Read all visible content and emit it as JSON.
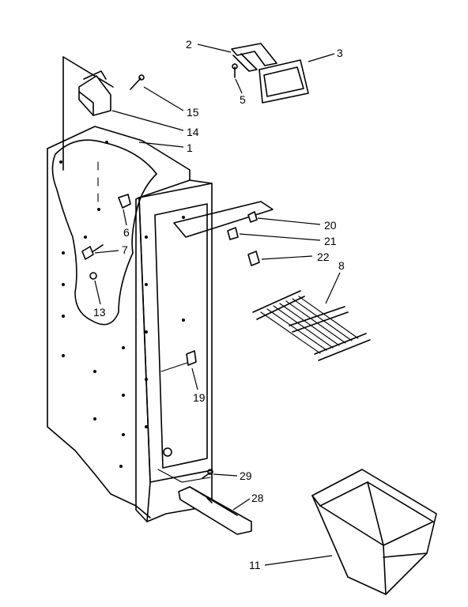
{
  "callouts": [
    {
      "id": "c2",
      "label": "2",
      "part": "upper-bracket"
    },
    {
      "id": "c3",
      "label": "3",
      "part": "light-shield"
    },
    {
      "id": "c5",
      "label": "5",
      "part": "bracket-screw"
    },
    {
      "id": "c15",
      "label": "15",
      "part": "hinge-screw"
    },
    {
      "id": "c14",
      "label": "14",
      "part": "hinge-bracket"
    },
    {
      "id": "c1",
      "label": "1",
      "part": "liner"
    },
    {
      "id": "c20",
      "label": "20",
      "part": "shelf-support-upper"
    },
    {
      "id": "c21",
      "label": "21",
      "part": "shelf-support-clip"
    },
    {
      "id": "c22",
      "label": "22",
      "part": "shelf-support-lower"
    },
    {
      "id": "c8",
      "label": "8",
      "part": "wire-shelf"
    },
    {
      "id": "c6",
      "label": "6",
      "part": "side-clip"
    },
    {
      "id": "c7",
      "label": "7",
      "part": "side-screw"
    },
    {
      "id": "c13",
      "label": "13",
      "part": "side-plug"
    },
    {
      "id": "c19",
      "label": "19",
      "part": "inner-clip"
    },
    {
      "id": "c29",
      "label": "29",
      "part": "rail-screw"
    },
    {
      "id": "c28",
      "label": "28",
      "part": "bottom-rail"
    },
    {
      "id": "c11",
      "label": "11",
      "part": "storage-bin"
    }
  ],
  "colors": {
    "line": "#000000",
    "background": "#ffffff"
  }
}
